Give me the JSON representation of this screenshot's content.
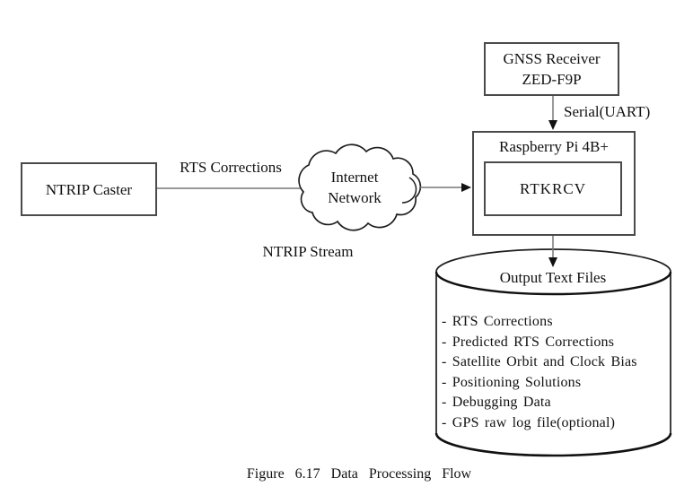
{
  "figure": {
    "caption": "Figure 6.17 Data Processing Flow"
  },
  "nodes": {
    "ntrip_caster": {
      "label": "NTRIP Caster"
    },
    "internet_network": {
      "line1": "Internet",
      "line2": "Network"
    },
    "gnss_receiver": {
      "line1": "GNSS Receiver",
      "line2": "ZED-F9P"
    },
    "raspberry_pi": {
      "label": "Raspberry Pi 4B+"
    },
    "rtkrcv": {
      "label": "RTKRCV"
    },
    "output_text_files": {
      "title": "Output Text Files",
      "items": [
        "- RTS Corrections",
        "- Predicted RTS Corrections",
        "- Satellite Orbit and Clock Bias",
        "- Positioning Solutions",
        "- Debugging Data",
        "- GPS raw log file(optional)"
      ]
    }
  },
  "edges": {
    "rts_corrections_label": "RTS Corrections",
    "ntrip_stream_label": "NTRIP Stream",
    "serial_uart_label": "Serial(UART)"
  },
  "colors": {
    "background": "#ffffff",
    "connector_gray": "#777777",
    "outline_dark": "#1d1d1d",
    "box_border": "#4a4a4a",
    "text": "#111111"
  }
}
